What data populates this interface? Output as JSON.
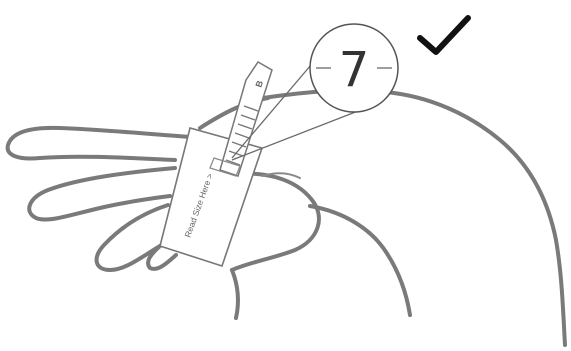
{
  "illustration": {
    "size_reading": "7",
    "card_text": "Read Size Here >",
    "strip_letter": "B",
    "check_icon": "checkmark-icon"
  }
}
